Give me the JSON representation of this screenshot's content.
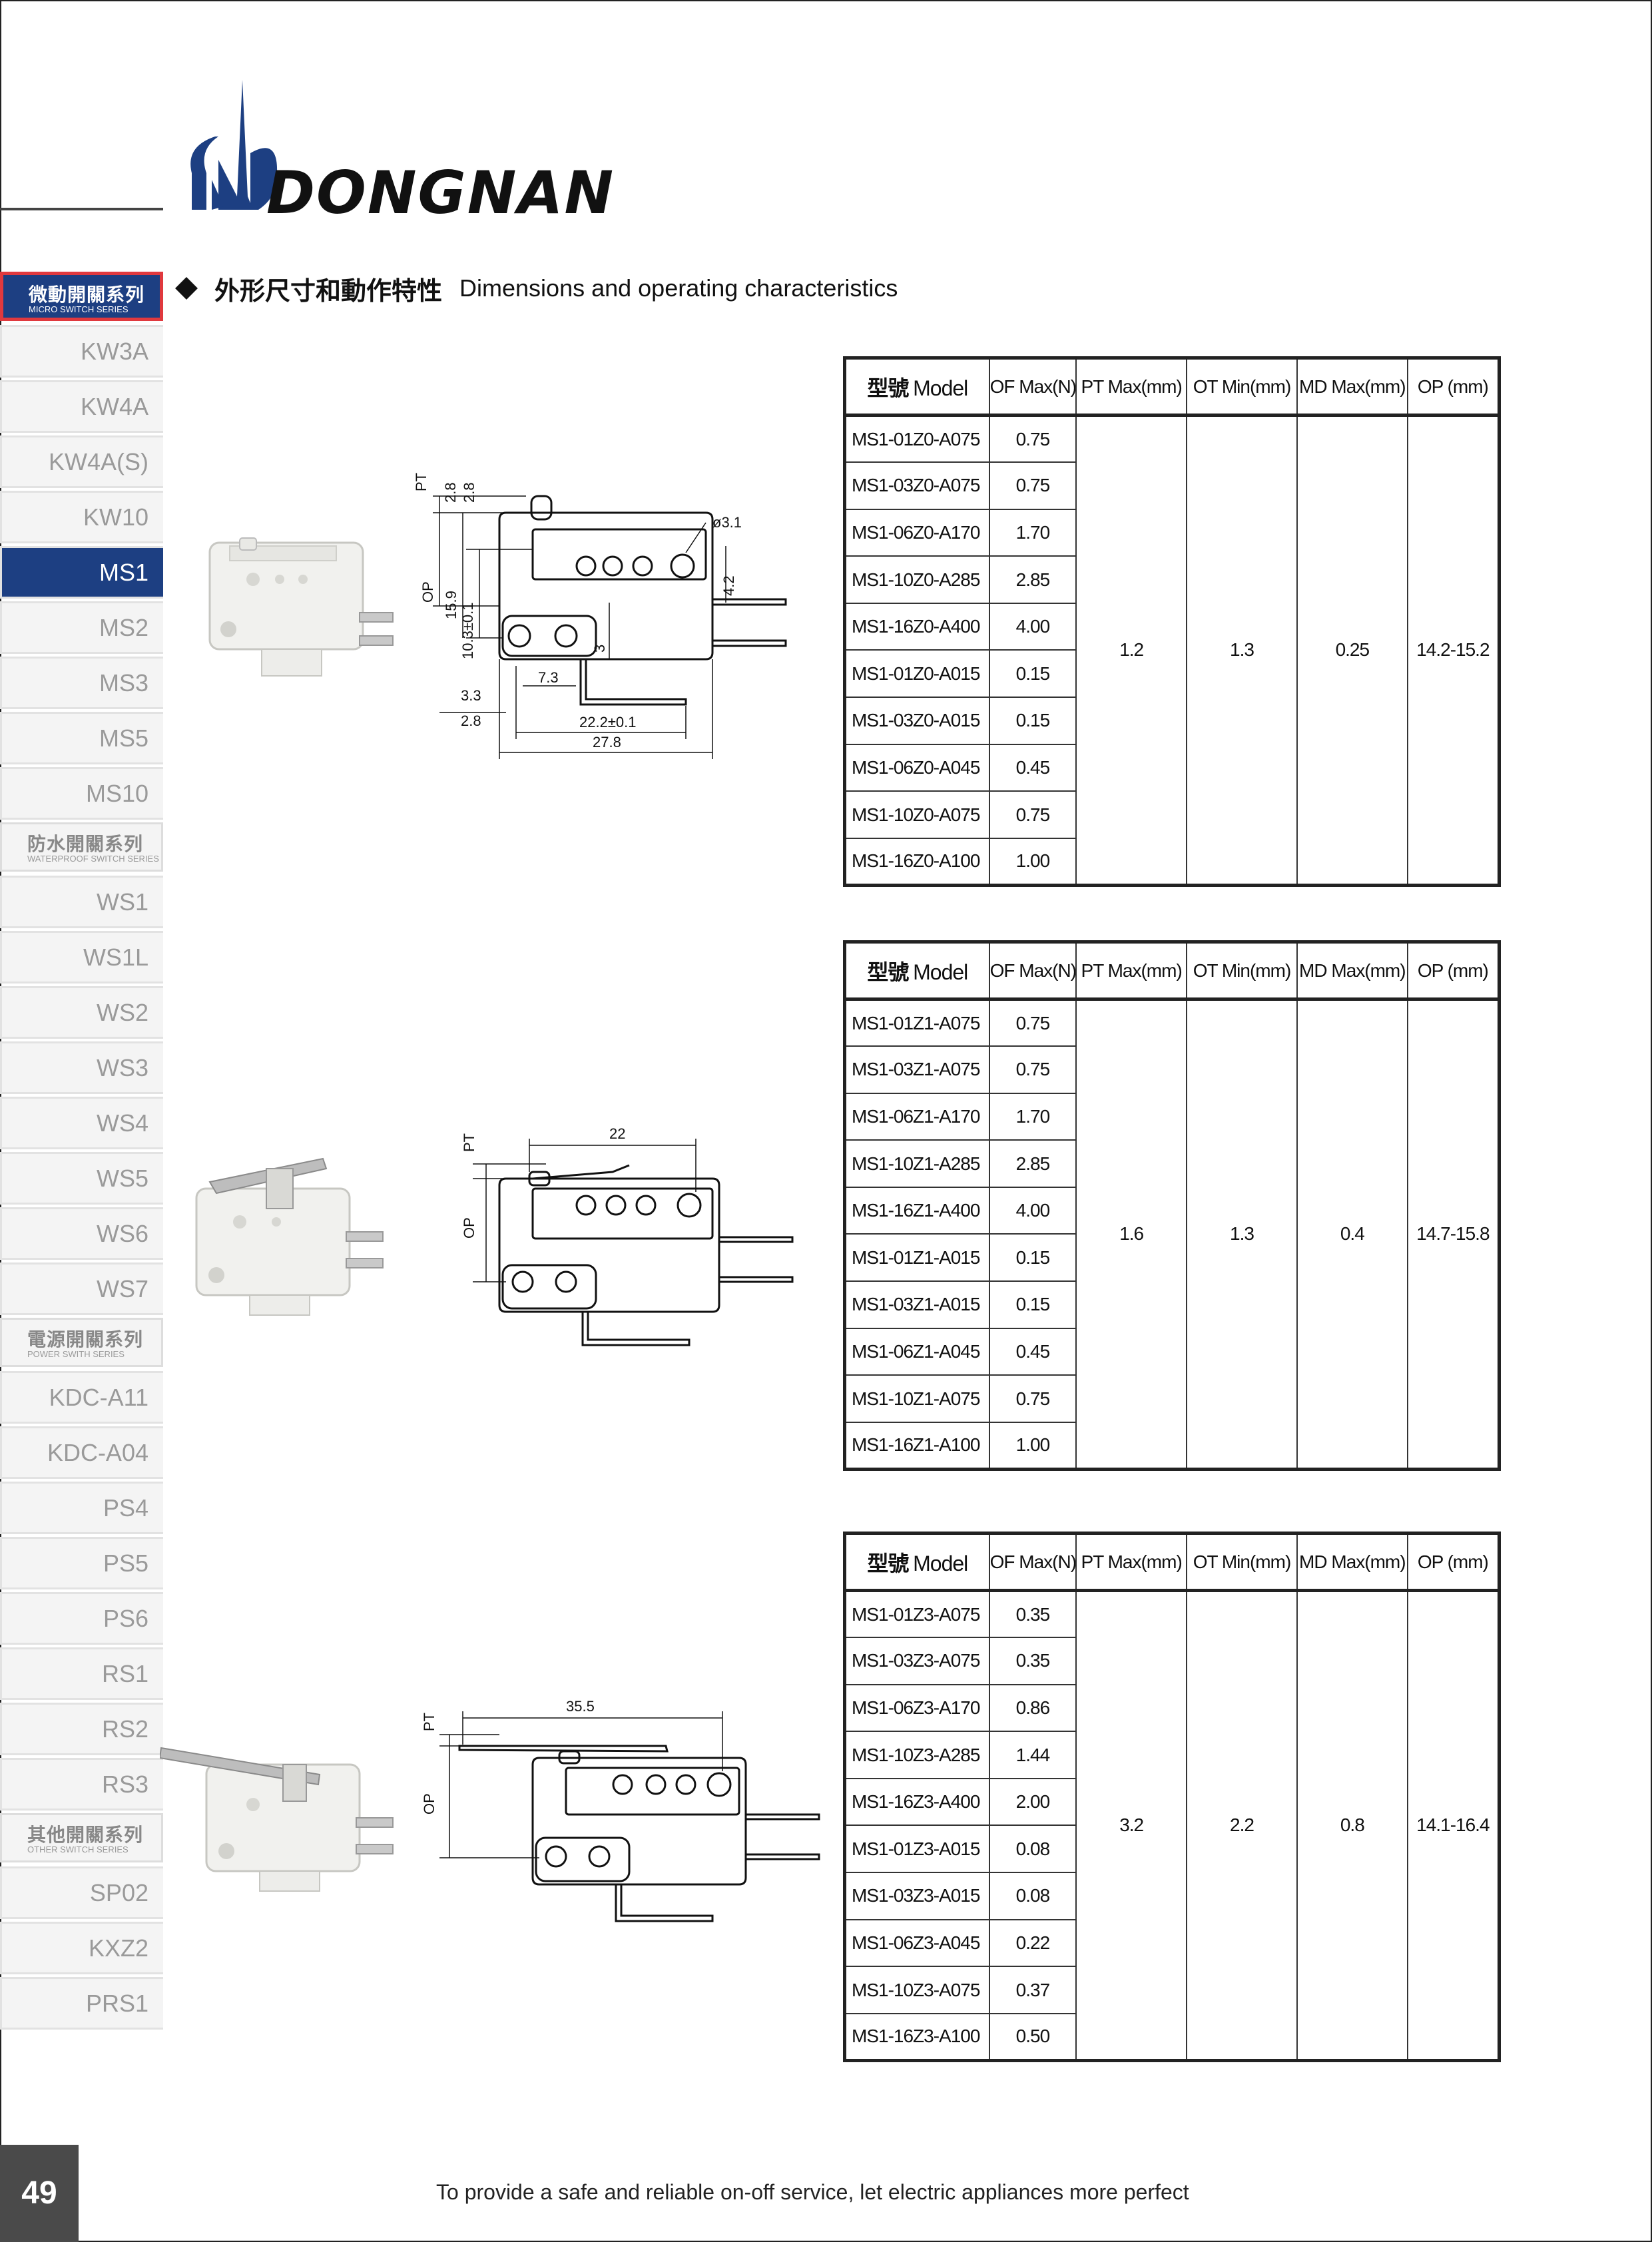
{
  "brand": {
    "name": "DONGNAN"
  },
  "section": {
    "title_zh": "外形尺寸和動作特性",
    "title_en": "Dimensions and operating characteristics"
  },
  "sidebar": {
    "groups": [
      {
        "title_zh": "微動開關系列",
        "title_en": "MICRO SWITCH SERIES",
        "active": true,
        "items": [
          "KW3A",
          "KW4A",
          "KW4A(S)",
          "KW10",
          "MS1",
          "MS2",
          "MS3",
          "MS5",
          "MS10"
        ]
      },
      {
        "title_zh": "防水開關系列",
        "title_en": "WATERPROOF SWITCH SERIES",
        "items": [
          "WS1",
          "WS1L",
          "WS2",
          "WS3",
          "WS4",
          "WS5",
          "WS6",
          "WS7"
        ]
      },
      {
        "title_zh": "電源開關系列",
        "title_en": "POWER SWITH SERIES",
        "items": [
          "KDC-A11",
          "KDC-A04",
          "PS4",
          "PS5",
          "PS6",
          "RS1",
          "RS2",
          "RS3"
        ]
      },
      {
        "title_zh": "其他開關系列",
        "title_en": "OTHER SWITCH SERIES",
        "items": [
          "SP02",
          "KXZ2",
          "PRS1"
        ]
      }
    ],
    "active_item": "MS1"
  },
  "table_headers": {
    "model_zh": "型號",
    "model_en": "Model",
    "of": "OF Max(N)",
    "pt": "PT Max(mm)",
    "ot": "OT Min(mm)",
    "md": "MD Max(mm)",
    "op": "OP (mm)"
  },
  "tables": [
    {
      "rows": [
        {
          "model": "MS1-01Z0-A075",
          "of": "0.75"
        },
        {
          "model": "MS1-03Z0-A075",
          "of": "0.75"
        },
        {
          "model": "MS1-06Z0-A170",
          "of": "1.70"
        },
        {
          "model": "MS1-10Z0-A285",
          "of": "2.85"
        },
        {
          "model": "MS1-16Z0-A400",
          "of": "4.00"
        },
        {
          "model": "MS1-01Z0-A015",
          "of": "0.15"
        },
        {
          "model": "MS1-03Z0-A015",
          "of": "0.15"
        },
        {
          "model": "MS1-06Z0-A045",
          "of": "0.45"
        },
        {
          "model": "MS1-10Z0-A075",
          "of": "0.75"
        },
        {
          "model": "MS1-16Z0-A100",
          "of": "1.00"
        }
      ],
      "pt": "1.2",
      "ot": "1.3",
      "md": "0.25",
      "op": "14.2-15.2"
    },
    {
      "rows": [
        {
          "model": "MS1-01Z1-A075",
          "of": "0.75"
        },
        {
          "model": "MS1-03Z1-A075",
          "of": "0.75"
        },
        {
          "model": "MS1-06Z1-A170",
          "of": "1.70"
        },
        {
          "model": "MS1-10Z1-A285",
          "of": "2.85"
        },
        {
          "model": "MS1-16Z1-A400",
          "of": "4.00"
        },
        {
          "model": "MS1-01Z1-A015",
          "of": "0.15"
        },
        {
          "model": "MS1-03Z1-A015",
          "of": "0.15"
        },
        {
          "model": "MS1-06Z1-A045",
          "of": "0.45"
        },
        {
          "model": "MS1-10Z1-A075",
          "of": "0.75"
        },
        {
          "model": "MS1-16Z1-A100",
          "of": "1.00"
        }
      ],
      "pt": "1.6",
      "ot": "1.3",
      "md": "0.4",
      "op": "14.7-15.8"
    },
    {
      "rows": [
        {
          "model": "MS1-01Z3-A075",
          "of": "0.35"
        },
        {
          "model": "MS1-03Z3-A075",
          "of": "0.35"
        },
        {
          "model": "MS1-06Z3-A170",
          "of": "0.86"
        },
        {
          "model": "MS1-10Z3-A285",
          "of": "1.44"
        },
        {
          "model": "MS1-16Z3-A400",
          "of": "2.00"
        },
        {
          "model": "MS1-01Z3-A015",
          "of": "0.08"
        },
        {
          "model": "MS1-03Z3-A015",
          "of": "0.08"
        },
        {
          "model": "MS1-06Z3-A045",
          "of": "0.22"
        },
        {
          "model": "MS1-10Z3-A075",
          "of": "0.37"
        },
        {
          "model": "MS1-16Z3-A100",
          "of": "0.50"
        }
      ],
      "pt": "3.2",
      "ot": "2.2",
      "md": "0.8",
      "op": "14.1-16.4"
    }
  ],
  "drawings": [
    {
      "labels": [
        "PT",
        "2.8",
        "2.8",
        "OP",
        "15.9",
        "10.3±0.1",
        "ø3.1",
        "4.2",
        "3",
        "7.3",
        "3.3",
        "2.8",
        "22.2±0.1",
        "27.8"
      ]
    },
    {
      "labels": [
        "PT",
        "22",
        "OP"
      ]
    },
    {
      "labels": [
        "PT",
        "35.5",
        "OP"
      ]
    }
  ],
  "footer": {
    "tagline": "To provide a safe and reliable on-off service, let electric  appliances more perfect",
    "page_number": "49"
  }
}
